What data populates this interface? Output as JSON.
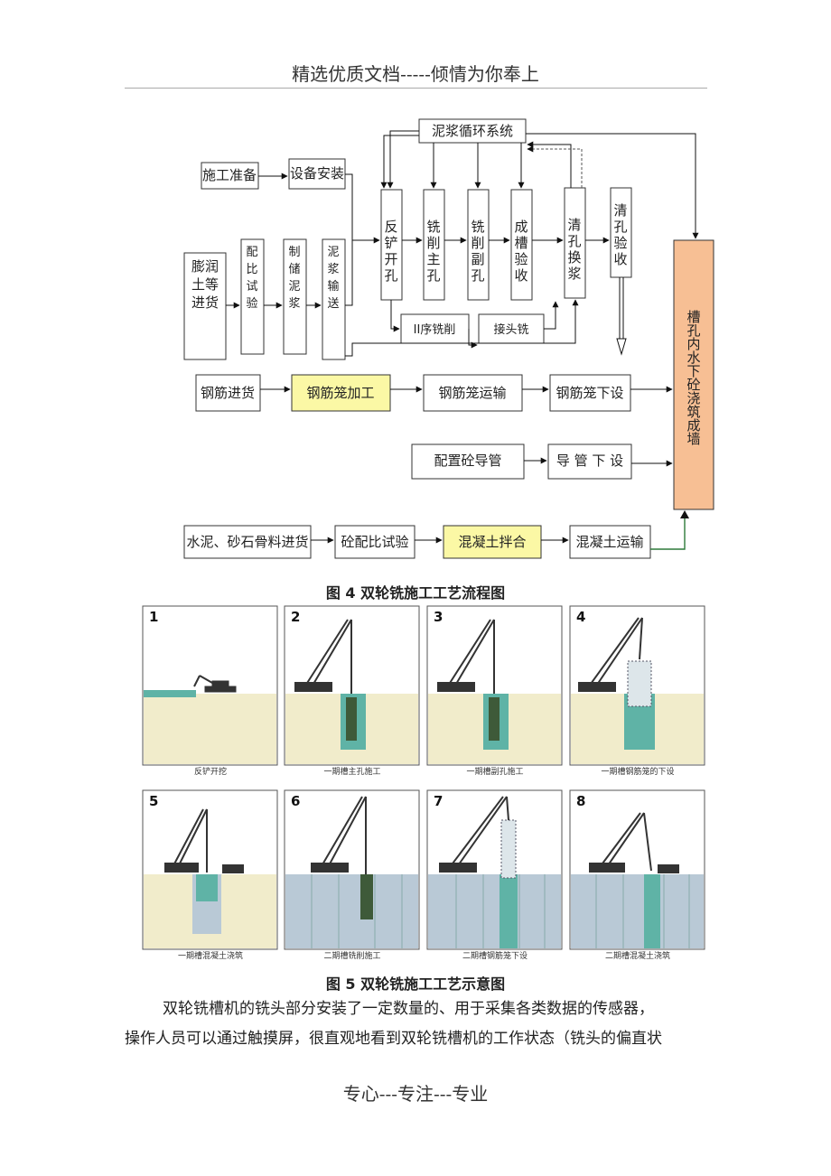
{
  "page": {
    "header": "精选优质文档-----倾情为你奉上",
    "footer": "专心---专注---专业"
  },
  "figure4": {
    "caption": "图 4  双轮铣施工工艺流程图",
    "boxes": {
      "mud_system": "泥浆循环系统",
      "prep": "施工准备",
      "install": "设备安装",
      "bentonite": [
        "膨润",
        "土等",
        "进货"
      ],
      "mix_test": [
        "配",
        "比",
        "试",
        "验"
      ],
      "make_mud": [
        "制",
        "储",
        "泥",
        "浆"
      ],
      "mud_transport": [
        "泥",
        "浆",
        "输",
        "送"
      ],
      "backhoe": [
        "反",
        "铲",
        "开",
        "孔"
      ],
      "main_hole": [
        "铣",
        "削",
        "主",
        "孔"
      ],
      "sub_hole": [
        "铣",
        "削",
        "副",
        "孔"
      ],
      "trench_check": [
        "成",
        "槽",
        "验",
        "收"
      ],
      "clean_swap": [
        "清",
        "孔",
        "换",
        "浆"
      ],
      "clean_check": [
        "清",
        "孔",
        "验",
        "收"
      ],
      "second_mill": "II序铣削",
      "joint_mill": "接头铣",
      "rebar_in": "钢筋进货",
      "cage_make": "钢筋笼加工",
      "cage_move": "钢筋笼运输",
      "cage_down": "钢筋笼下设",
      "pipe_config": "配置砼导管",
      "pipe_down": "导 管 下 设",
      "cement_in": "水泥、砂石骨料进货",
      "mix_ratio": "砼配比试验",
      "concrete_mix": "混凝土拌合",
      "concrete_move": "混凝土运输",
      "pour_wall": [
        "槽",
        "孔",
        "内",
        "水",
        "下",
        "砼",
        "浇",
        "筑",
        "成",
        "墙"
      ]
    },
    "colors": {
      "highlight": "#fbf8a5",
      "final": "#f7bf94"
    }
  },
  "figure5": {
    "caption": "图 5  双轮铣施工工艺示意图",
    "panels": [
      {
        "num": "1",
        "label": "反铲开挖"
      },
      {
        "num": "2",
        "label": "一期槽主孔施工"
      },
      {
        "num": "3",
        "label": "一期槽副孔施工"
      },
      {
        "num": "4",
        "label": "一期槽钢筋笼的下设"
      },
      {
        "num": "5",
        "label": "一期槽混凝土浇筑"
      },
      {
        "num": "6",
        "label": "二期槽铣削施工"
      },
      {
        "num": "7",
        "label": "二期槽钢筋笼下设"
      },
      {
        "num": "8",
        "label": "二期槽混凝土浇筑"
      }
    ],
    "colors": {
      "soil": "#f1eccb",
      "water": "#5fb3a6",
      "panel_wall": "#b9c9d6",
      "crane": "#333333"
    }
  },
  "body": {
    "para1": "双轮铣槽机的铣头部分安装了一定数量的、用于采集各类数据的传感器，",
    "para2": "操作人员可以通过触摸屏，很直观地看到双轮铣槽机的工作状态（铣头的偏直状"
  }
}
